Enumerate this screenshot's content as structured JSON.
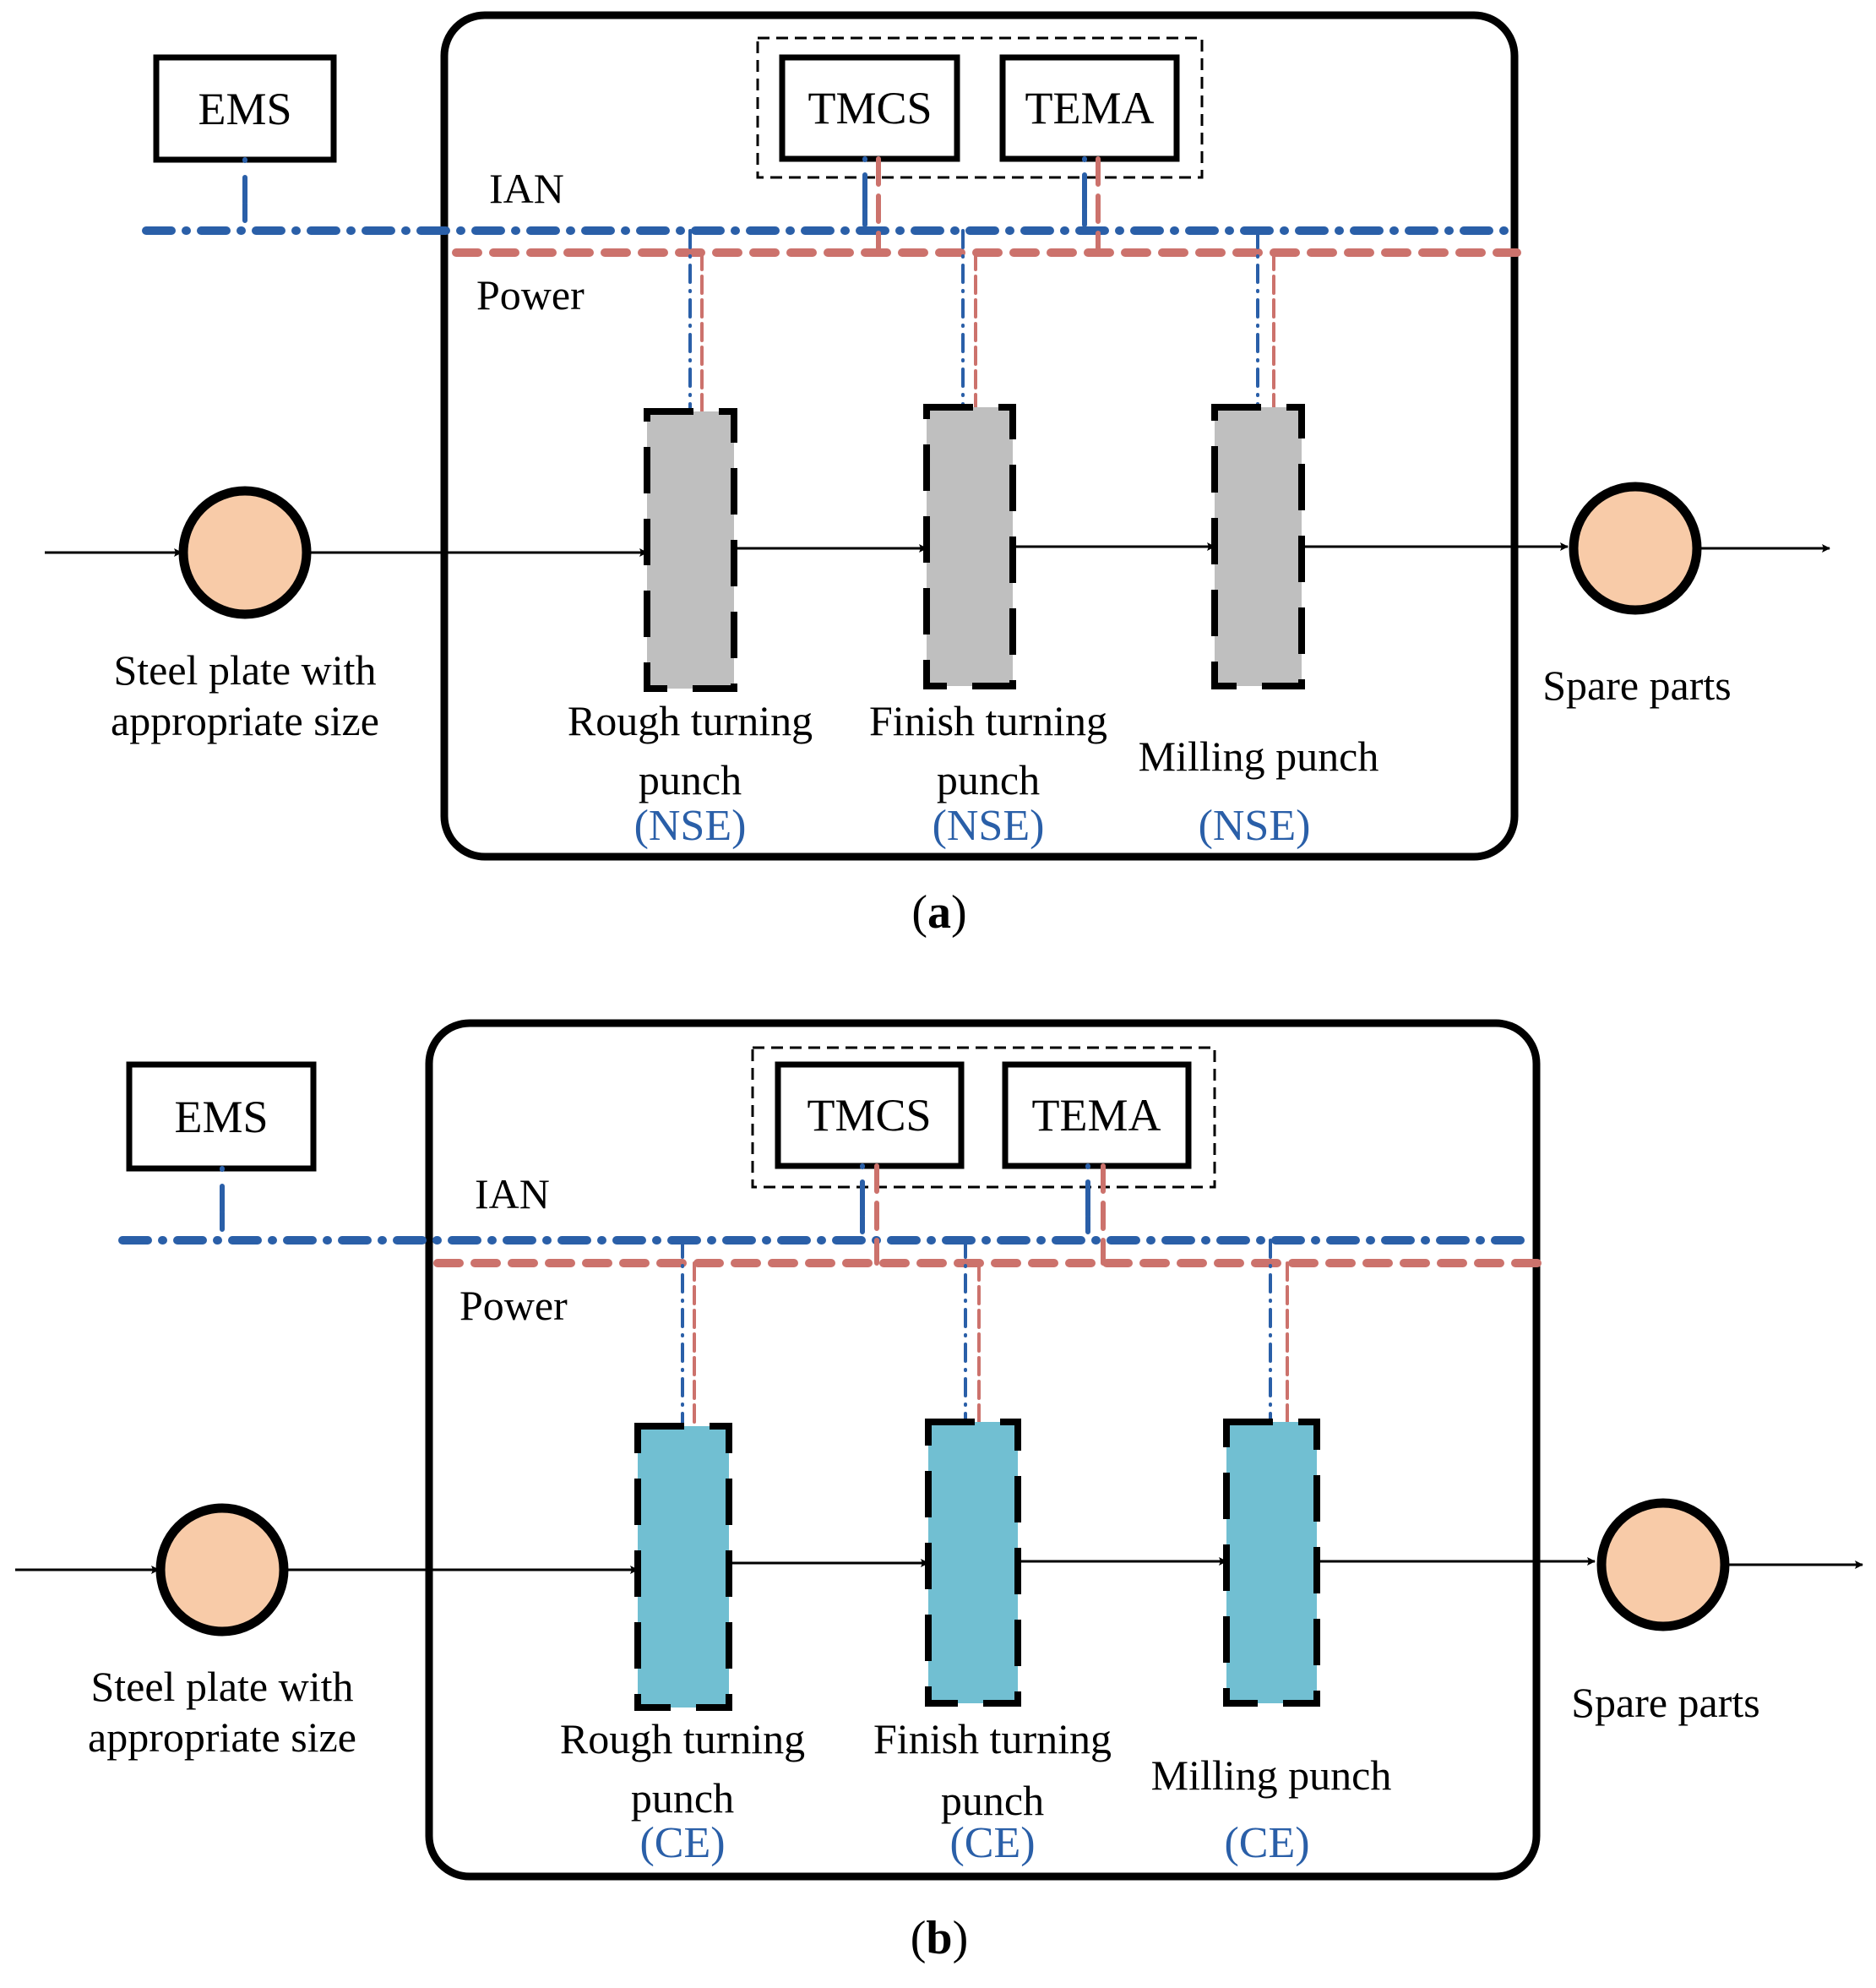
{
  "colors": {
    "ian": "#2a5fa8",
    "power": "#cc726c",
    "nse_fill": "#bfbfbf",
    "ce_fill": "#71bfd2",
    "material_fill": "#f8cba8",
    "tag_text": "#2a5fa8"
  },
  "panels": [
    {
      "caption_open": "(",
      "caption_letter": "a",
      "caption_close": ")",
      "ems": "EMS",
      "tmcs": "TMCS",
      "tema": "TEMA",
      "ian_label": "IAN",
      "power_label": "Power",
      "input_label_1": "Steel plate with",
      "input_label_2": "appropriate size",
      "output_label": "Spare parts",
      "stations": [
        {
          "name_1": "Rough turning",
          "name_2": "punch",
          "tag": "(NSE)",
          "type": "NSE"
        },
        {
          "name_1": "Finish turning",
          "name_2": "punch",
          "tag": "(NSE)",
          "type": "NSE"
        },
        {
          "name_1": "Milling punch",
          "name_2": "",
          "tag": "(NSE)",
          "type": "NSE"
        }
      ]
    },
    {
      "caption_open": "(",
      "caption_letter": "b",
      "caption_close": ")",
      "ems": "EMS",
      "tmcs": "TMCS",
      "tema": "TEMA",
      "ian_label": "IAN",
      "power_label": "Power",
      "input_label_1": "Steel plate with",
      "input_label_2": "appropriate size",
      "output_label": "Spare parts",
      "stations": [
        {
          "name_1": "Rough turning",
          "name_2": "punch",
          "tag": "(CE)",
          "type": "CE"
        },
        {
          "name_1": "Finish turning",
          "name_2": "punch",
          "tag": "(CE)",
          "type": "CE"
        },
        {
          "name_1": "Milling punch",
          "name_2": "",
          "tag": "(CE)",
          "type": "CE"
        }
      ]
    }
  ]
}
